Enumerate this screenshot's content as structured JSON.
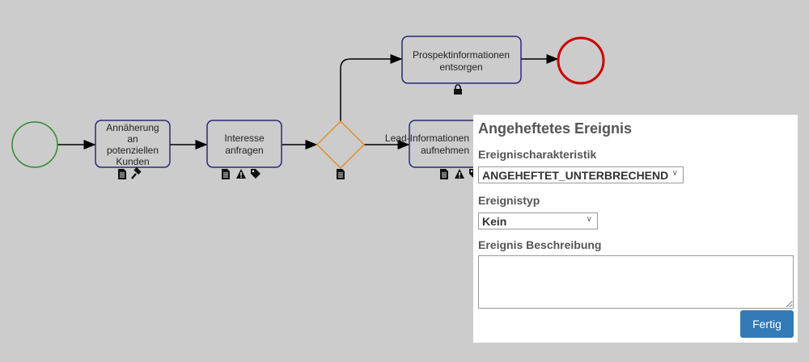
{
  "diagram": {
    "tasks": [
      {
        "lines": [
          "Annäherung",
          "an",
          "potenziellen",
          "Kunden"
        ],
        "icons": [
          "document-icon",
          "gavel-icon"
        ]
      },
      {
        "lines": [
          "Interesse",
          "anfragen"
        ],
        "icons": [
          "document-icon",
          "warning-icon",
          "tag-icon"
        ]
      },
      {
        "lines": [
          "Lead-Informationen",
          "aufnehmen"
        ],
        "icons": [
          "document-icon",
          "warning-icon",
          "tag-icon"
        ]
      },
      {
        "lines": [
          "Prospektinformationen",
          "entsorgen"
        ],
        "icons": [
          "lock-icon"
        ]
      }
    ],
    "gateway_icons": [
      "document-icon"
    ],
    "colors": {
      "start": "#2e8b2e",
      "end": "#cc0000",
      "task": "#2a2a7a",
      "gateway": "#e0902a"
    }
  },
  "panel": {
    "title": "Angeheftetes Ereignis",
    "characteristic_label": "Ereignischarakteristik",
    "characteristic_value": "ANGEHEFTET_UNTERBRECHEND",
    "type_label": "Ereignistyp",
    "type_value": "Kein",
    "description_label": "Ereignis Beschreibung",
    "description_value": "",
    "done_button": "Fertig"
  }
}
